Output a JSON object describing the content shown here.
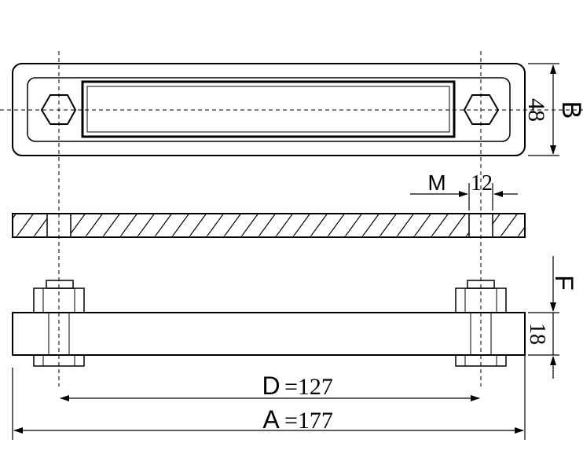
{
  "labels": {
    "b_letter": "B",
    "b_value": "48",
    "m_letter": "M",
    "m_value": "12",
    "f_letter": "F",
    "f_value": "18",
    "d_letter": "D",
    "d_value": "=127",
    "a_letter": "A",
    "a_value": "=177"
  },
  "colors": {
    "line": "#000000",
    "background": "#ffffff"
  }
}
